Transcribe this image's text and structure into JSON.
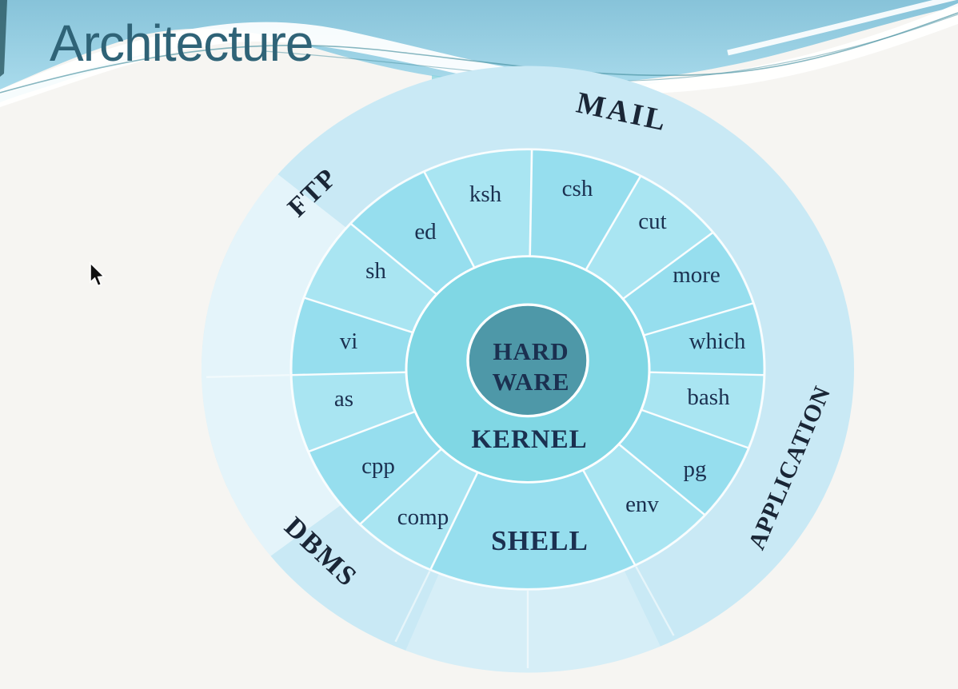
{
  "title": "Architecture",
  "diagram": {
    "center_label_line1": "HARD",
    "center_label_line2": "WARE",
    "kernel_label": "KERNEL",
    "shell_label": "SHELL",
    "utilities": [
      "ksh",
      "csh",
      "cut",
      "more",
      "which",
      "bash",
      "pg",
      "env",
      "comp",
      "cpp",
      "as",
      "vi",
      "sh",
      "ed"
    ],
    "outer_applications": [
      "MAIL",
      "FTP",
      "DBMS",
      "APPLICATION"
    ],
    "colors": {
      "hardware_fill": "#4e98a8",
      "kernel_fill": "#80d7e4",
      "ring_segment_light": "#a9e5f2",
      "ring_segment_dark": "#96deee",
      "outer_ring_fill": "#c9e9f5",
      "divider": "#ffffff",
      "label_text": "#1b3050",
      "title_text": "#2f6377",
      "banner_blue_top": "#87c3d9",
      "banner_blue_bottom": "#a9dbec",
      "banner_teal_accent": "#6fc9d6"
    }
  }
}
